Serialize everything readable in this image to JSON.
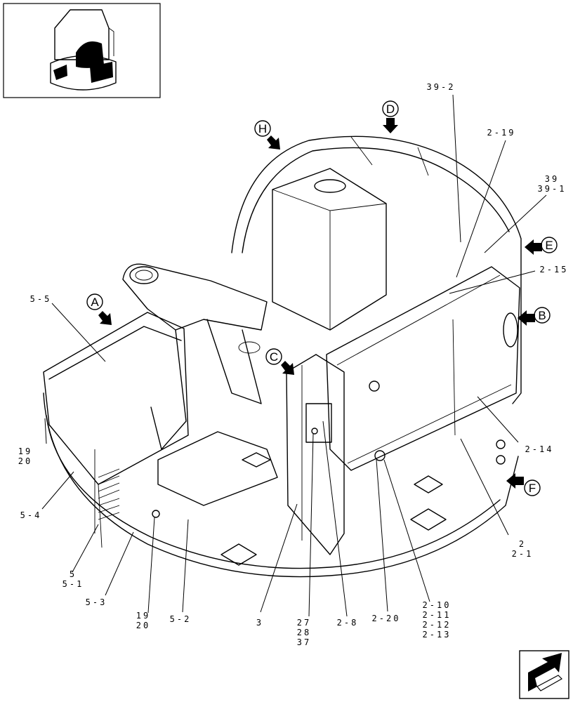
{
  "thumbnail": {
    "icon": "machine-overview-icon"
  },
  "nav_icon": "next-page-arrow-icon",
  "view_markers": [
    {
      "letter": "A"
    },
    {
      "letter": "B"
    },
    {
      "letter": "C"
    },
    {
      "letter": "D"
    },
    {
      "letter": "E"
    },
    {
      "letter": "F"
    },
    {
      "letter": "H"
    }
  ],
  "part_labels": [
    {
      "lines": [
        "39-2"
      ]
    },
    {
      "lines": [
        "2-19"
      ]
    },
    {
      "lines": [
        "39",
        "39-1"
      ]
    },
    {
      "lines": [
        "2-15"
      ]
    },
    {
      "lines": [
        "5-5"
      ]
    },
    {
      "lines": [
        "2-14"
      ]
    },
    {
      "lines": [
        "19",
        "20"
      ]
    },
    {
      "lines": [
        "5-4"
      ]
    },
    {
      "lines": [
        "2",
        "2-1"
      ]
    },
    {
      "lines": [
        "5",
        "5-1"
      ]
    },
    {
      "lines": [
        "5-3"
      ]
    },
    {
      "lines": [
        "19",
        "20"
      ]
    },
    {
      "lines": [
        "5-2"
      ]
    },
    {
      "lines": [
        "3"
      ]
    },
    {
      "lines": [
        "27",
        "28",
        "37"
      ]
    },
    {
      "lines": [
        "2-8"
      ]
    },
    {
      "lines": [
        "2-20"
      ]
    },
    {
      "lines": [
        "2-10",
        "2-11",
        "2-12",
        "2-13"
      ]
    }
  ]
}
